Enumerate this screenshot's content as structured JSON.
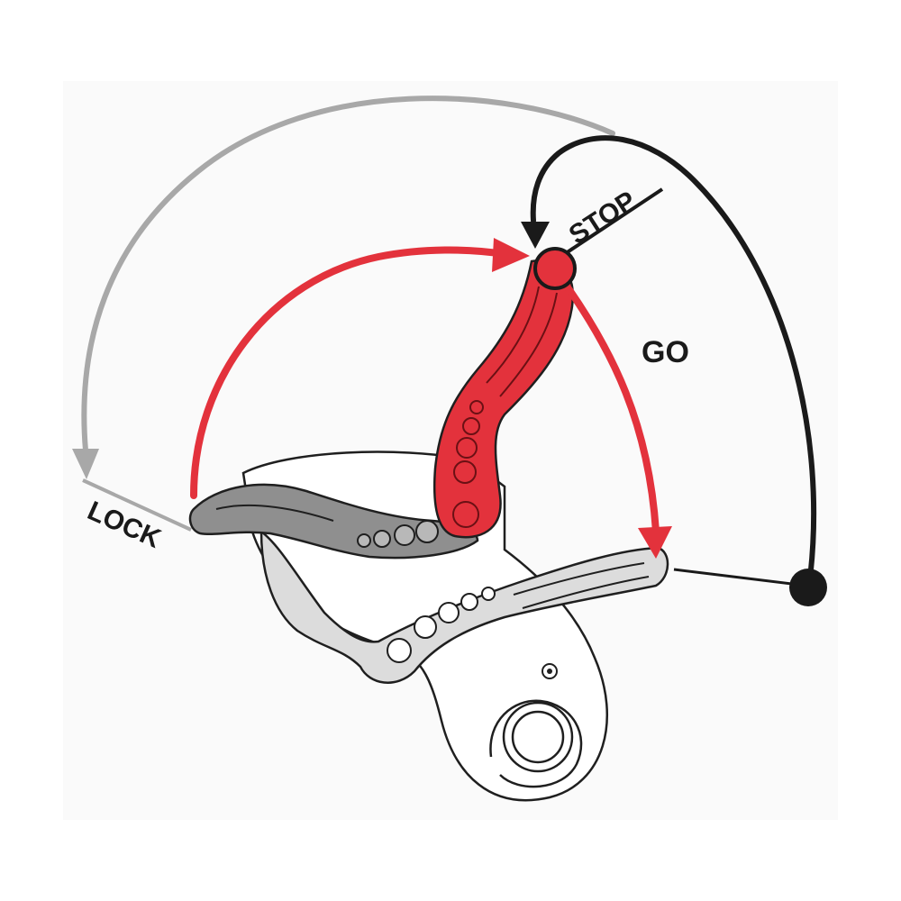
{
  "labels": {
    "lock": "LOCK",
    "stop": "STOP",
    "go": "GO"
  },
  "colors": {
    "red": "#e3323c",
    "dark_red": "#6b1014",
    "gray_arrow": "#a8a8a8",
    "black": "#1a1a1a",
    "handle_gray": "#8f8f8f",
    "light_gray": "#d9d9d9",
    "outline": "#1f1f1f"
  }
}
